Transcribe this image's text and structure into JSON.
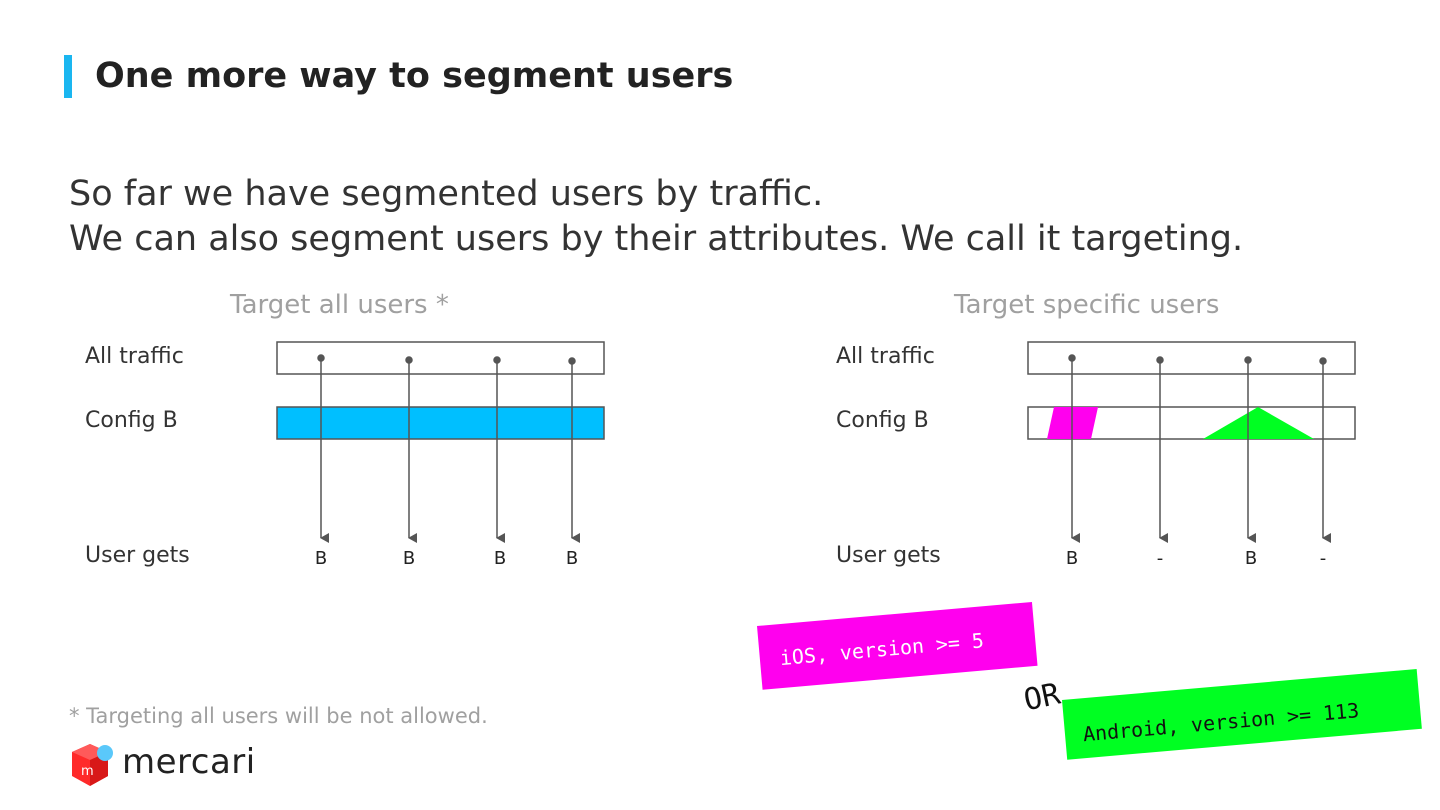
{
  "header": {
    "title": "One more way to segment users"
  },
  "intro": {
    "line1": "So far we have segmented users by traffic.",
    "line2": "We can also segment users by their attributes. We call it targeting."
  },
  "panels": [
    {
      "title": "Target all users *",
      "row_labels": {
        "traffic": "All traffic",
        "config": "Config B",
        "result": "User gets"
      },
      "results": [
        "B",
        "B",
        "B",
        "B"
      ]
    },
    {
      "title": "Target specific users",
      "row_labels": {
        "traffic": "All traffic",
        "config": "Config B",
        "result": "User gets"
      },
      "results": [
        "B",
        "-",
        "B",
        "-"
      ]
    }
  ],
  "footnote": "* Targeting all users will be not allowed.",
  "tags": {
    "ios": "iOS, version >= 5",
    "or": "OR",
    "android": "Android, version >= 113"
  },
  "logo": {
    "text": "mercari"
  },
  "colors": {
    "accent": "#1ab6f0",
    "config_full": "#00bfff",
    "ios": "#ff00ee",
    "android": "#00ff22"
  }
}
